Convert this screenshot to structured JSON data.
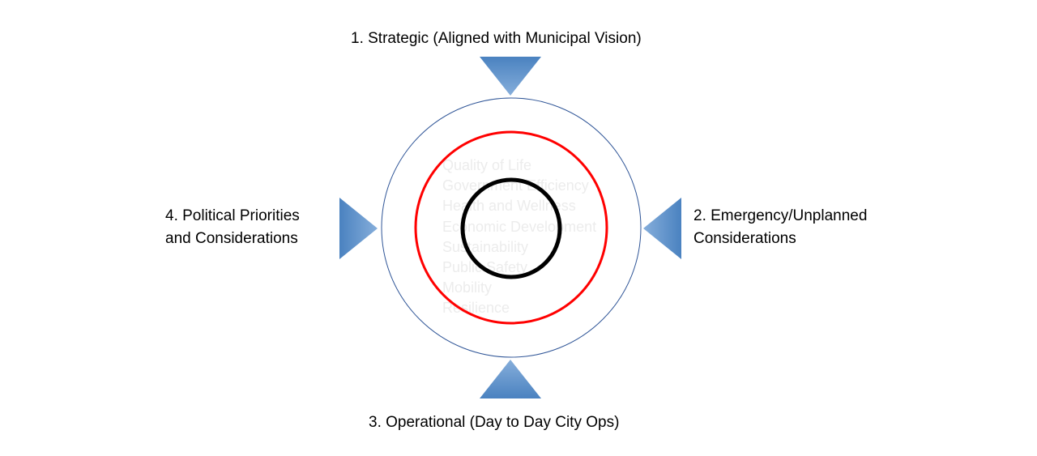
{
  "labels": {
    "top": "1. Strategic (Aligned with Municipal Vision)",
    "right": [
      "2. Emergency/Unplanned",
      "Considerations"
    ],
    "bottom": "3. Operational (Day to Day City Ops)",
    "left": [
      "4. Political Priorities",
      "and Considerations"
    ]
  },
  "center_items": [
    "Quality of Life",
    "Government Efficiency",
    "Health and Wellness",
    "Economic Development",
    "Sustainability",
    "Public Safety",
    "Mobility",
    "Resilience"
  ],
  "colors": {
    "outer_ring": "#2f5597",
    "middle_ring": "#ff0000",
    "inner_ring": "#000000",
    "arrow_dark": "#4a82c0",
    "arrow_light": "#86aedb"
  }
}
